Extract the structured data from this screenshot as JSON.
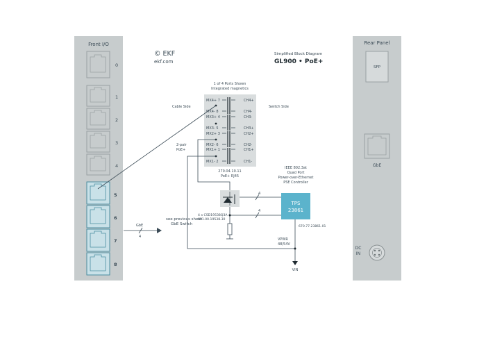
{
  "front_panel": {
    "title": "Front I/O",
    "port_numbers": [
      "0",
      "1",
      "2",
      "3",
      "4",
      "5",
      "6",
      "7",
      "8"
    ]
  },
  "rear_panel": {
    "title": "Rear Panel",
    "sfp_label": "SFP",
    "gbe_label": "GbE",
    "dc_label_line1": "DC",
    "dc_label_line2": "IN"
  },
  "company": {
    "logo": "© EKF",
    "url": "ekf.com"
  },
  "header": {
    "subtitle": "Simplified Block Diagram",
    "title": "GL900  •  PoE+"
  },
  "magnetics": {
    "caption_line1": "1 of 4 Ports Shown",
    "caption_line2": "Integrated magnetics",
    "cable_side": "Cable Side",
    "switch_side": "Switch Side",
    "left_pins": [
      "MX4+ 7",
      "MX4- 8",
      "MX3+ 4",
      "MX3- 5",
      "MX2+ 3",
      "MX2- 6",
      "MX1+ 1",
      "MX1- 2"
    ],
    "right_pins": [
      "CH4+",
      "CH4-",
      "CH3-",
      "CH3+",
      "CH2+",
      "CH2-",
      "CH1+",
      "CH1-"
    ],
    "part_number": "270.04.10.11",
    "connector": "PoE+ RJ45",
    "pair_label_line1": "2-pair",
    "pair_label_line2": "PoE+"
  },
  "controller": {
    "desc_line1": "IEEE 802.3at",
    "desc_line2": "Quad Port",
    "desc_line3": "Power-over-Ethernet",
    "desc_line4": "PSE Controller",
    "chip_line1": "TPS",
    "chip_line2": "23861",
    "part_number": "670.77.23861.01"
  },
  "mosfet": {
    "part_line1": "4 x CSD19538Q3A",
    "part_line2": "691.00.19538.30"
  },
  "bus": {
    "count_label_1": "4",
    "count_label_2": "4",
    "gbe_label": "GbE",
    "gbe_count": "4",
    "see_previous_line1": "see previous sheet",
    "see_previous_line2": "GbE Switch"
  },
  "power": {
    "vpwr_line1": "VPWR",
    "vpwr_line2": "48/54V",
    "vin": "VIN"
  },
  "colors": {
    "panel": "#c7cccd",
    "port_outline": "#9aa1a3",
    "poe_port_fill": "#c9e1e8",
    "poe_port_outline": "#4a8da0",
    "chip": "#5bb3cc",
    "line": "#3a4a55"
  }
}
